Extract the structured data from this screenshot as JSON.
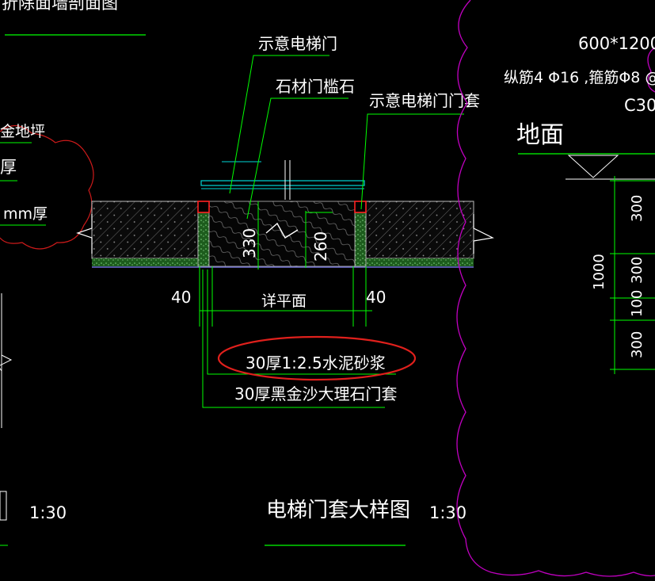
{
  "colors": {
    "background": "#000000",
    "text": "#ffffff",
    "leader": "#00ff00",
    "cloud": "#c000c0",
    "red_cloud": "#cc1a1a",
    "highlight_ellipse": "#e0201c",
    "door": "#00d8d8",
    "red_marker": "#ff2222",
    "hatch": "#bdbdbd",
    "mortar": "#3aa33a"
  },
  "left_fragment": {
    "title_partial": "折除面墙剖面图",
    "label_floor": "金地坪",
    "label_thick": "厚",
    "label_mm": "mm厚",
    "scale": "1:30"
  },
  "detail": {
    "label_door": "示意电梯门",
    "label_sill": "石材门槛石",
    "label_frame": "示意电梯门门套",
    "dim_330": "330",
    "dim_260": "260",
    "dim_left": "40",
    "dim_right": "40",
    "dim_mid": "详平面",
    "note_mortar": "30厚1:2.5水泥砂浆",
    "note_marble": "30厚黑金沙大理石门套",
    "title": "电梯门套大样图",
    "scale": "1:30"
  },
  "right_fragment": {
    "size": "600*1200",
    "rebar": "纵筋4 Φ16 ,箍筋Φ8 @",
    "concrete": "C30",
    "ground": "地面",
    "dim_total": "1000",
    "dims": [
      "300",
      "300",
      "100",
      "300"
    ]
  }
}
